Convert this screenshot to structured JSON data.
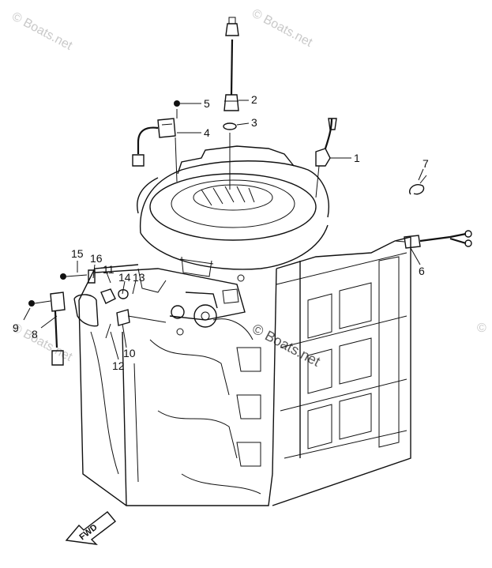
{
  "watermarks": {
    "top_left": "© Boats.net",
    "top_right": "© Boats.net",
    "center": "© Boats.net",
    "left_mid": "© Boats.net",
    "right_mid": "©"
  },
  "fwd_label": "FWD",
  "callouts": [
    "1",
    "2",
    "3",
    "4",
    "5",
    "6",
    "7",
    "8",
    "9",
    "10",
    "11",
    "12",
    "13",
    "14",
    "15",
    "16"
  ]
}
